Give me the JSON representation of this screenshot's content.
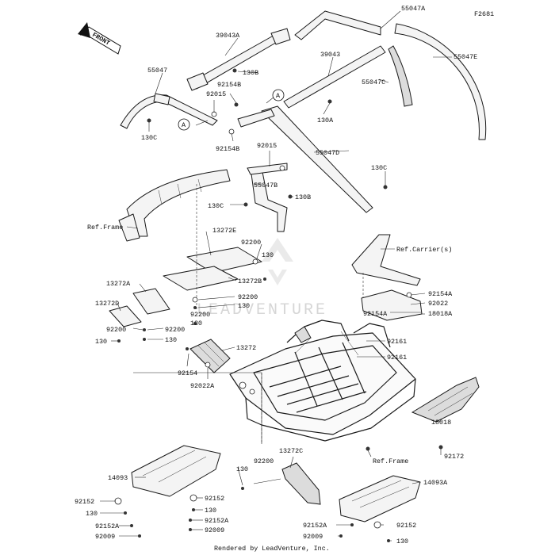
{
  "figure_code": "F2681",
  "front_label": "FRONT",
  "brand_watermark": "LEADVENTURE",
  "footer": "Rendered by LeadVenture, Inc.",
  "callouts": {
    "c55047A": "55047A",
    "c39043A": "39043A",
    "c55047E": "55047E",
    "c55047": "55047",
    "c130B_top": "130B",
    "c39043": "39043",
    "c92154B_top": "92154B",
    "c55047C": "55047C",
    "c92015_left": "92015",
    "cA_left": "A",
    "cA_right": "A",
    "c130A": "130A",
    "c130C_left": "130C",
    "c92154B_mid": "92154B",
    "c92015_mid": "92015",
    "c55047D": "55047D",
    "c130C_right": "130C",
    "c55047B": "55047B",
    "c130C_mid": "130C",
    "c130B_mid": "130B",
    "ref_frame_upper": "Ref.Frame",
    "c13272E": "13272E",
    "c92200_a": "92200",
    "c130_a": "130",
    "ref_carrier": "Ref.Carrier(s)",
    "c13272A": "13272A",
    "c13272B": "13272B",
    "c13272D": "13272D",
    "c92200_b": "92200",
    "c130_b": "130",
    "c92154A_a": "92154A",
    "c92022": "92022",
    "c92154A_b": "92154A",
    "c18018A": "18018A",
    "c92200_c": "92200",
    "c130_c": "130",
    "c92200_d": "92200",
    "c92200_e": "92200",
    "c130_d": "130",
    "c130_e": "130",
    "c13272": "13272",
    "c92161_a": "92161",
    "c92161_b": "92161",
    "c92154": "92154",
    "c92022A": "92022A",
    "c13272C": "13272C",
    "c92200_f": "92200",
    "c130_f": "130",
    "c14093": "14093",
    "c18018": "18018",
    "c92172": "92172",
    "ref_frame_lower": "Ref.Frame",
    "c14093A": "14093A",
    "c92152_a": "92152",
    "c92152_b": "92152",
    "c130_g": "130",
    "c130_h": "130",
    "c92152A_a": "92152A",
    "c92152A_b": "92152A",
    "c92009_a": "92009",
    "c92009_b": "92009",
    "c92152A_c": "92152A",
    "c92152_c": "92152",
    "c92009_c": "92009",
    "c130_i": "130"
  }
}
